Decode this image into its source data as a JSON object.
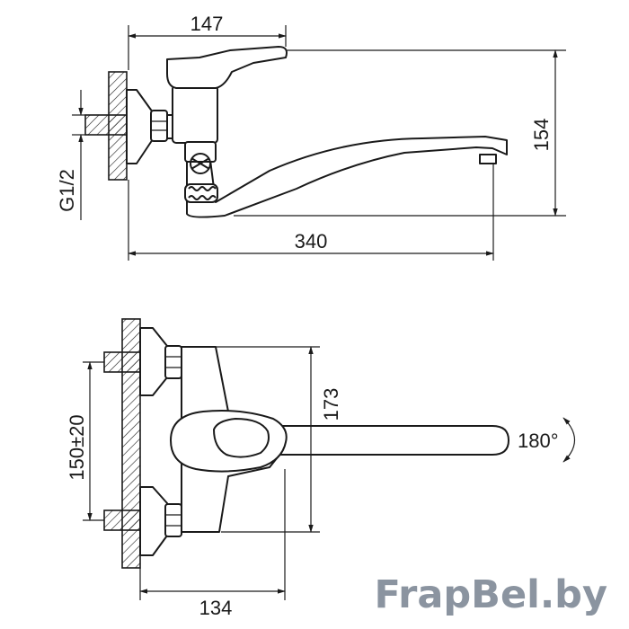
{
  "diagram": {
    "top_view": {
      "dim_width": "147",
      "dim_height": "154",
      "dim_length": "340",
      "dim_thread": "G1/2"
    },
    "front_view": {
      "dim_spacing": "150±20",
      "dim_height": "173",
      "dim_width": "134",
      "dim_rotation": "180°"
    },
    "watermark": "FrapBel.by"
  },
  "colors": {
    "line": "#1a1a1a",
    "watermark": "#8b94a0"
  }
}
